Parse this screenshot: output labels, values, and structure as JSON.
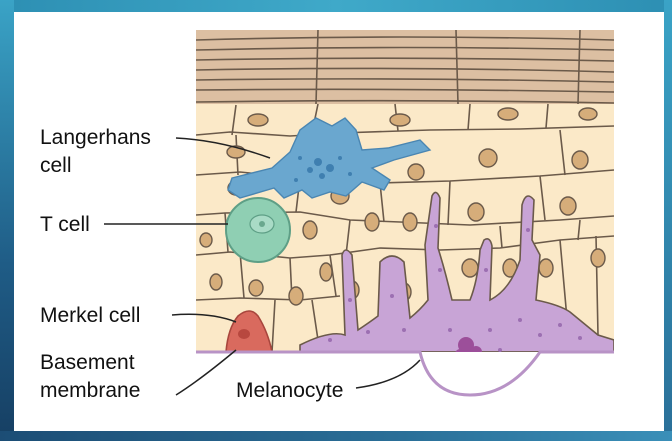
{
  "labels": {
    "langerhans_line1": "Langerhans",
    "langerhans_line2": "cell",
    "tcell": "T cell",
    "merkel": "Merkel cell",
    "basement_line1": "Basement",
    "basement_line2": "membrane",
    "melanocyte": "Melanocyte"
  },
  "colors": {
    "frame": "#2d8fb3",
    "stratum_corneum": "#d9b89a",
    "keratinocyte": "#fbe9c8",
    "cell_outline": "#6b5a4a",
    "nucleus": "#d6ad7a",
    "langerhans": "#6aa7cf",
    "tcell": "#8fcfb3",
    "merkel": "#d96a5e",
    "melanocyte": "#c8a4d6",
    "basement": "#b893c6"
  }
}
